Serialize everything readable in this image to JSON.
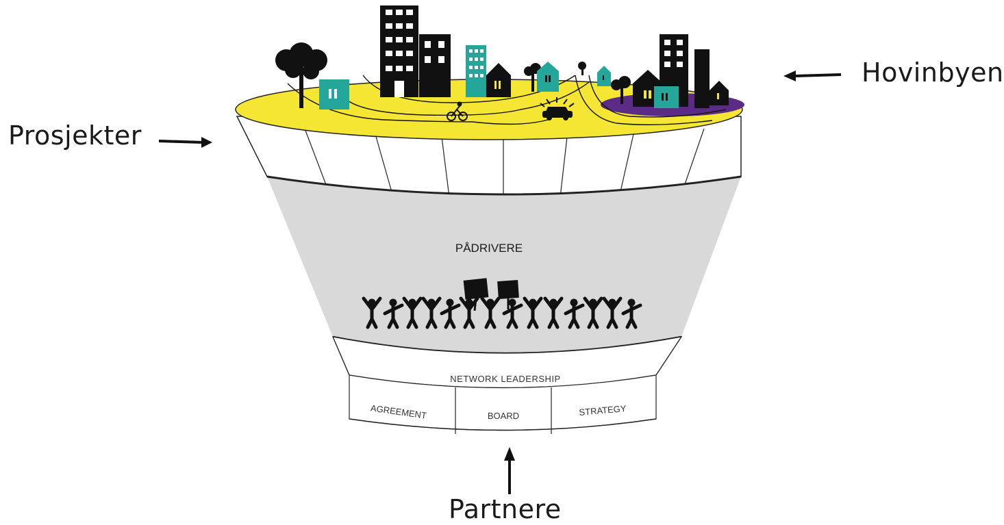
{
  "labels": {
    "prosjekter": "Prosjekter",
    "hovinbyen": "Hovinbyen",
    "partnere": "Partnere"
  },
  "funnel": {
    "middle_title": "PÅDRIVERE",
    "base_title": "NETWORK LEADERSHIP",
    "base_segments": [
      "AGREEMENT",
      "BOARD",
      "STRATEGY"
    ]
  },
  "colors": {
    "city_surface": "#f5e633",
    "teal_building": "#25a69a",
    "purple_zone": "#5b2c86",
    "middle_band": "#d9d9d9",
    "ink": "#111111"
  },
  "icons": [
    "tree-icon",
    "building-icon",
    "house-icon",
    "bicycle-icon",
    "car-icon",
    "crowd-icon",
    "arrow-icon"
  ]
}
